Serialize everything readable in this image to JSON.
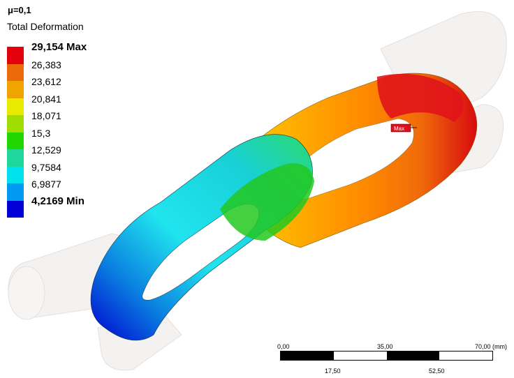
{
  "header": {
    "case_label": "μ=0,1",
    "result_type": "Total Deformation"
  },
  "legend": {
    "colors": [
      "#e5000e",
      "#ec6a0a",
      "#f1a400",
      "#e8ea00",
      "#9fdc00",
      "#22d700",
      "#1fd79a",
      "#00e1ee",
      "#0098f0",
      "#0000d6"
    ],
    "entries": [
      {
        "value": "29,154 Max",
        "strong": true
      },
      {
        "value": "26,383"
      },
      {
        "value": "23,612"
      },
      {
        "value": "20,841"
      },
      {
        "value": "18,071"
      },
      {
        "value": "15,3"
      },
      {
        "value": "12,529"
      },
      {
        "value": "9,7584"
      },
      {
        "value": "6,9877"
      },
      {
        "value": "4,2169 Min",
        "strong": true
      }
    ]
  },
  "model": {
    "max_probe_label": "Max"
  },
  "scale_bar": {
    "top_ticks": [
      "0,00",
      "35,00",
      "70,00 (mm)"
    ],
    "bottom_ticks": [
      "17,50",
      "52,50"
    ]
  }
}
